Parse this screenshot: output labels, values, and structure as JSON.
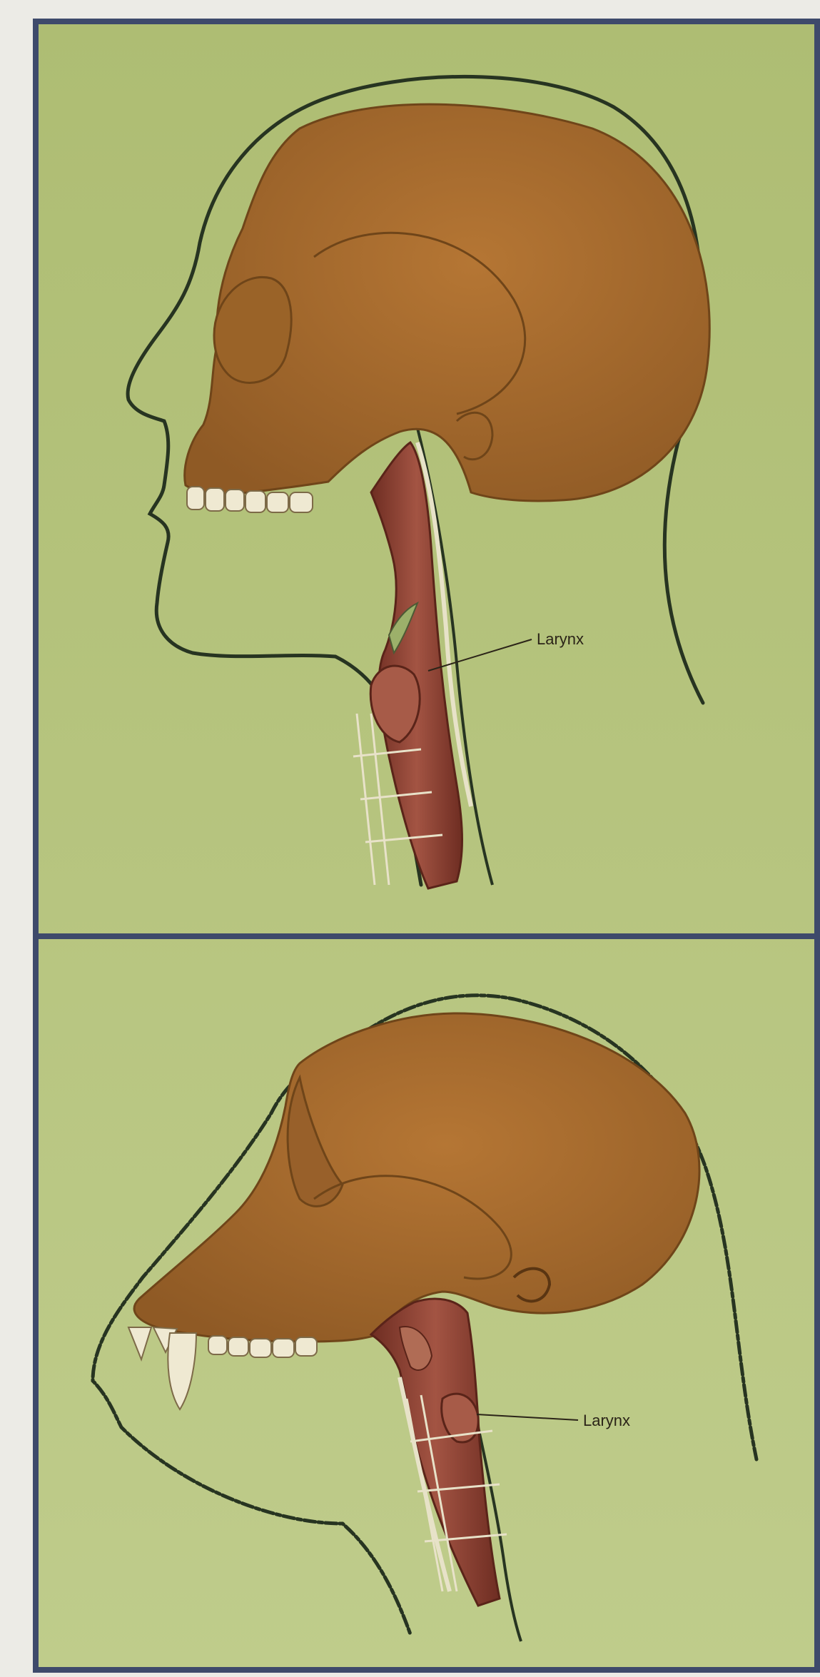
{
  "panels": [
    {
      "id": "human",
      "label": "Larynx",
      "caption": ""
    },
    {
      "id": "ape",
      "label": "Larynx"
    }
  ],
  "colors": {
    "background": "#b5c67e",
    "frame": "#3e4a6b",
    "skull": "#a46a2e",
    "outline": "#273421",
    "airway": "#8a3f2e",
    "page": "#ecebe6"
  }
}
